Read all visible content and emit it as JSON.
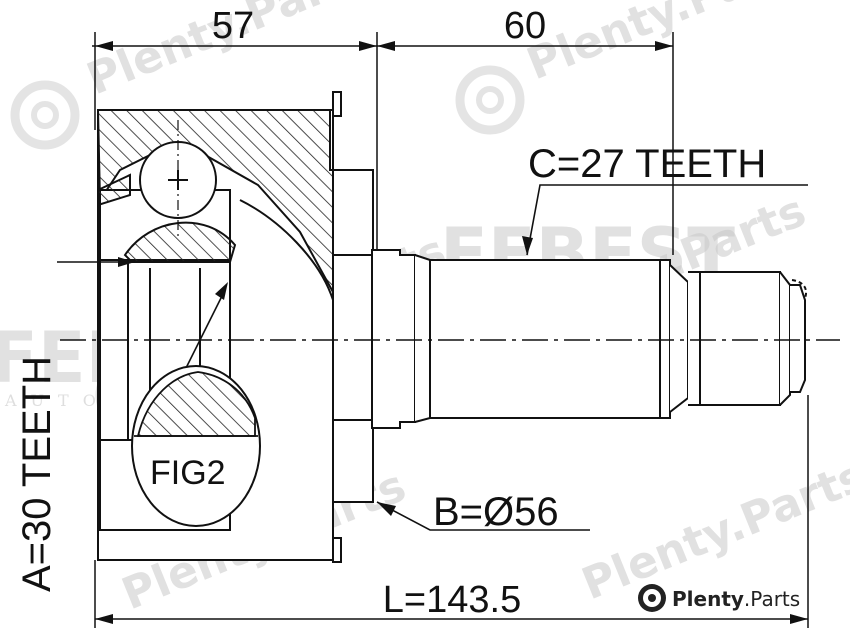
{
  "dimensions": {
    "d57": "57",
    "d60": "60",
    "total_length": "L=143.5"
  },
  "labels": {
    "outer_teeth": "C=27 TEETH",
    "diameter": "B=Ø56",
    "inner_teeth": "A=30 TEETH",
    "figure": "FIG2"
  },
  "watermarks": {
    "plenty": "Plenty.Parts",
    "febest": "FEBEST",
    "auto_parts": "AUTO PARTS"
  },
  "brand": {
    "name": "Plenty",
    "suffix": ".Parts"
  }
}
